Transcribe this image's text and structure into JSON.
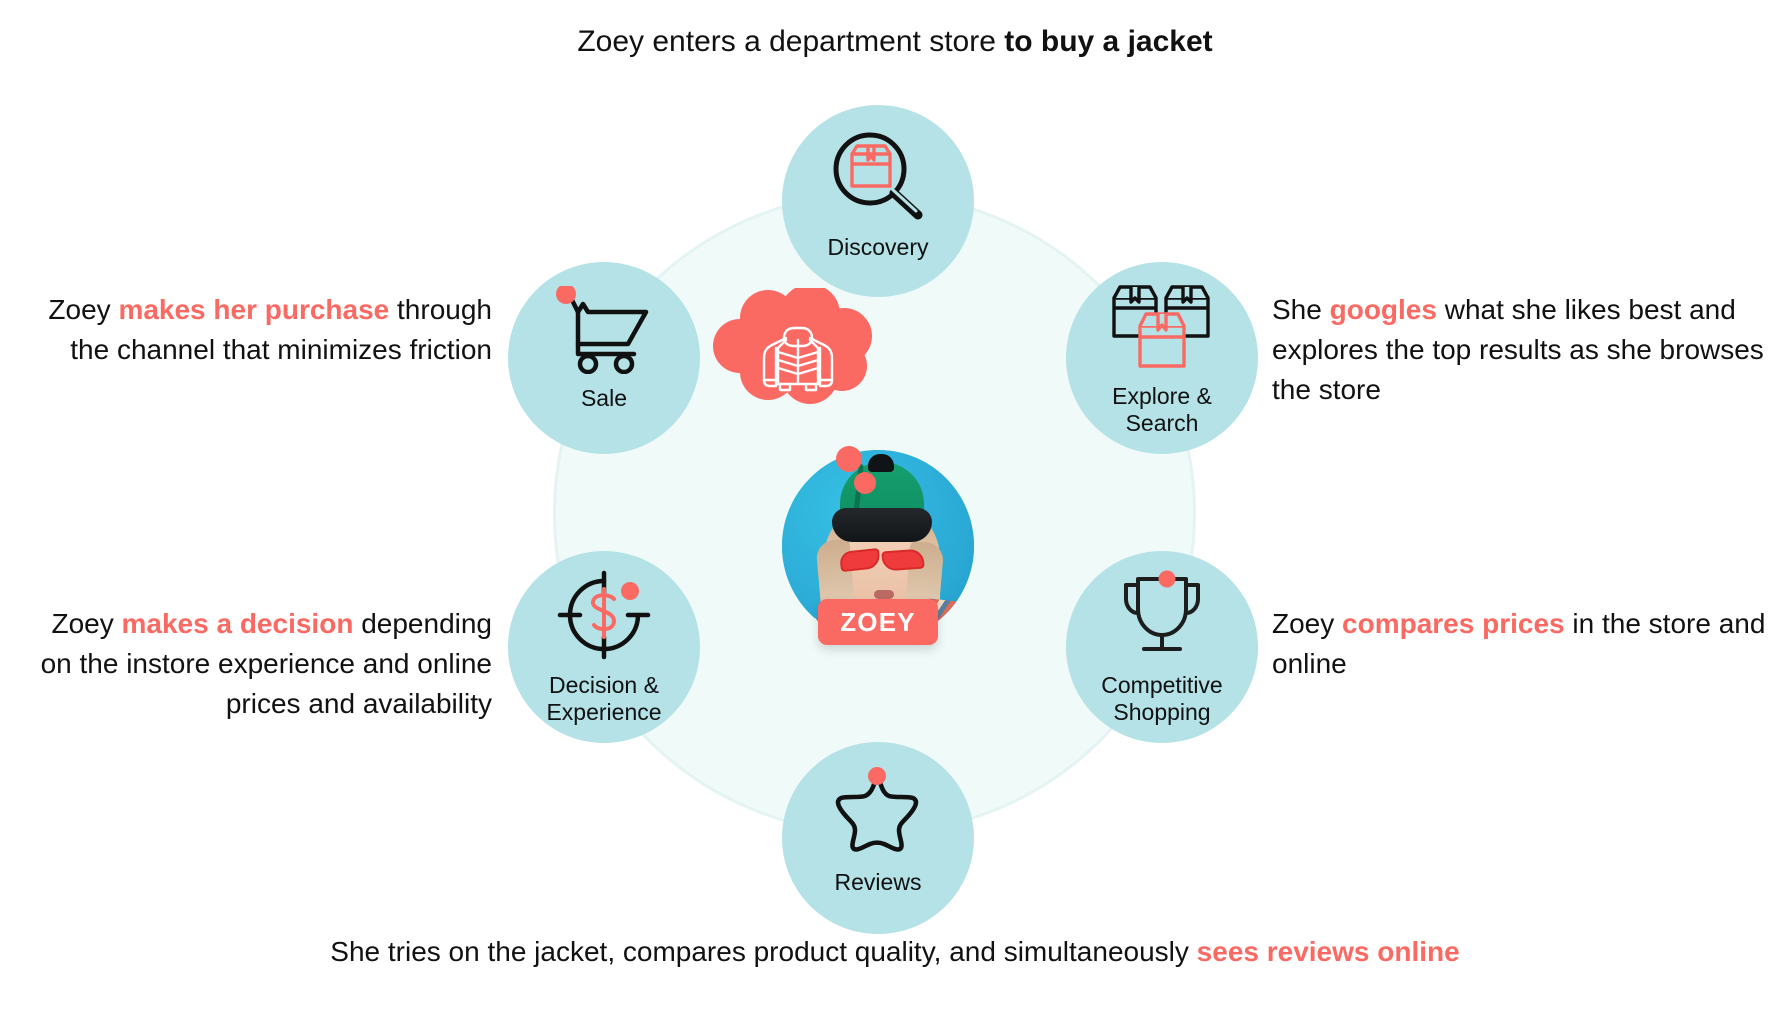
{
  "headline": {
    "plain_1": "Zoey enters a department store ",
    "bold": "to buy a jacket"
  },
  "colors": {
    "accent_coral": "#fa6a63",
    "node_circle": "#b4e2e7",
    "ring_fill": "#f0faf8",
    "ring_stroke": "#e3f4f3",
    "text": "#111111",
    "avatar_bg": "#2eb6dd",
    "badge": "#fa6a63"
  },
  "center": {
    "avatar_name": "zoey-portrait",
    "badge_label": "ZOEY",
    "thought_icon": "jacket-icon"
  },
  "nodes": [
    {
      "id": "discovery",
      "label": "Discovery",
      "icon": "magnifier-box-icon",
      "has_dot": false
    },
    {
      "id": "explore",
      "label": "Explore &\nSearch",
      "icon": "three-boxes-icon",
      "has_dot": false
    },
    {
      "id": "competitive",
      "label": "Competitive\nShopping",
      "icon": "trophy-icon",
      "has_dot": true
    },
    {
      "id": "reviews",
      "label": "Reviews",
      "icon": "star-icon",
      "has_dot": true
    },
    {
      "id": "decision",
      "label": "Decision &\nExperience",
      "icon": "target-dollar-icon",
      "has_dot": true
    },
    {
      "id": "sale",
      "label": "Sale",
      "icon": "shopping-cart-icon",
      "has_dot": true
    }
  ],
  "captions": {
    "sale": {
      "pre": "Zoey ",
      "hl": "makes her purchase",
      "post": " through\nthe channel that minimizes friction"
    },
    "decision": {
      "pre": "Zoey ",
      "hl": "makes a decision",
      "post": " depending\non the instore experience and\nonline prices and availability"
    },
    "explore": {
      "pre": "She ",
      "hl": "googles",
      "post": " what she likes best and\nexplores the top results as she browses\nthe store"
    },
    "compare": {
      "pre": "Zoey ",
      "hl": "compares prices",
      "post": " in\nthe store and online"
    },
    "reviews": {
      "pre": "She tries on the jacket, compares product quality,\nand simultaneously ",
      "hl": "sees reviews online",
      "post": ""
    }
  }
}
